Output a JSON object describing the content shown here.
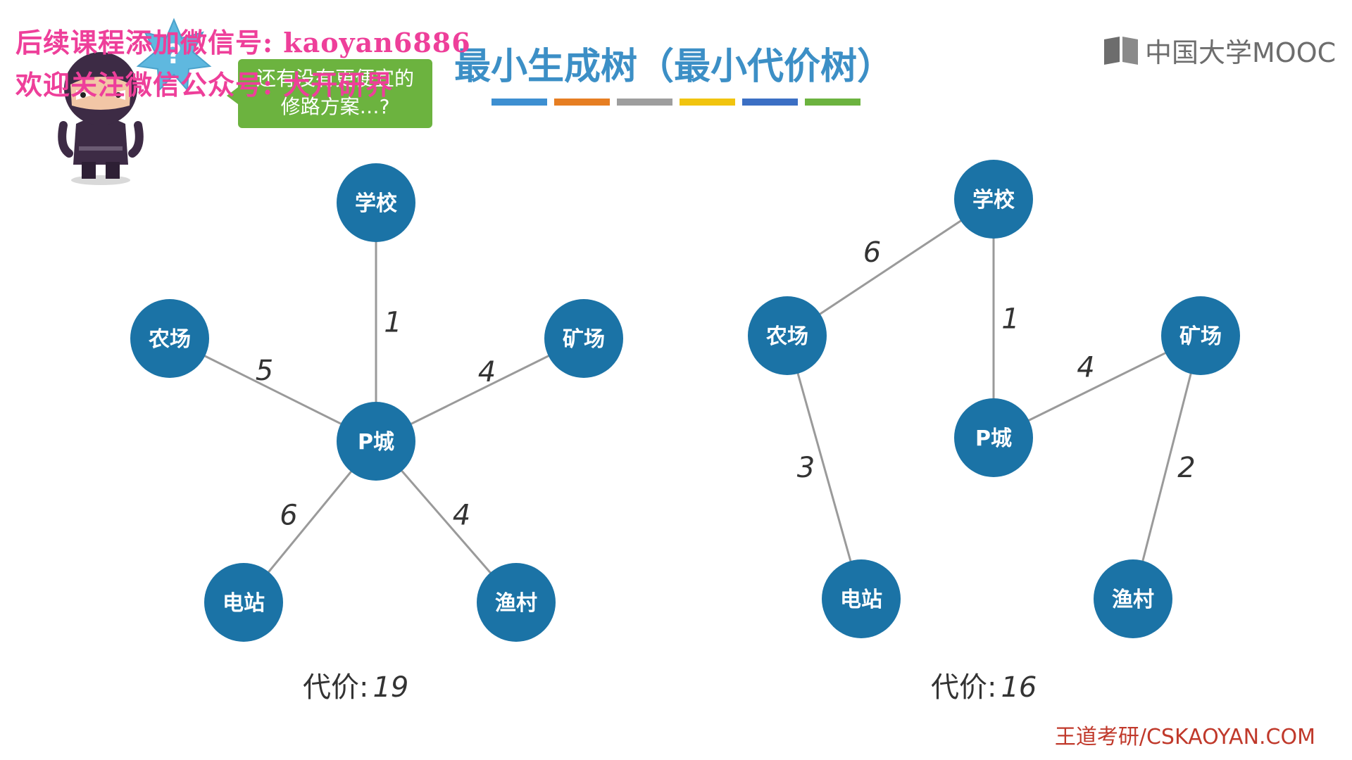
{
  "watermark": {
    "line1": "后续课程添加微信号: kaoyan6886",
    "line2": "欢迎关注微信公众号: 大开研界"
  },
  "title": "最小生成树（最小代价树）",
  "color_bars": [
    "#3d8fd1",
    "#e67e22",
    "#9e9e9e",
    "#f1c40f",
    "#3b6fc4",
    "#6cb33f"
  ],
  "logo_text": "中国大学MOOC",
  "bubble": {
    "line1": "还有没有更便宜的",
    "line2": "修路方案…?"
  },
  "mascot": {
    "badge_text": "?"
  },
  "graphs": [
    {
      "nodes": [
        {
          "id": "school",
          "label": "学校"
        },
        {
          "id": "farm",
          "label": "农场"
        },
        {
          "id": "mine",
          "label": "矿场"
        },
        {
          "id": "pcity",
          "label": "P城"
        },
        {
          "id": "power",
          "label": "电站"
        },
        {
          "id": "fish",
          "label": "渔村"
        }
      ],
      "edges": [
        {
          "from": "school",
          "to": "pcity",
          "weight": "1"
        },
        {
          "from": "farm",
          "to": "pcity",
          "weight": "5"
        },
        {
          "from": "mine",
          "to": "pcity",
          "weight": "4"
        },
        {
          "from": "pcity",
          "to": "power",
          "weight": "6"
        },
        {
          "from": "pcity",
          "to": "fish",
          "weight": "4"
        }
      ],
      "cost_label": "代价:",
      "cost_value": "19"
    },
    {
      "nodes": [
        {
          "id": "school",
          "label": "学校"
        },
        {
          "id": "farm",
          "label": "农场"
        },
        {
          "id": "mine",
          "label": "矿场"
        },
        {
          "id": "pcity",
          "label": "P城"
        },
        {
          "id": "power",
          "label": "电站"
        },
        {
          "id": "fish",
          "label": "渔村"
        }
      ],
      "edges": [
        {
          "from": "school",
          "to": "farm",
          "weight": "6"
        },
        {
          "from": "school",
          "to": "pcity",
          "weight": "1"
        },
        {
          "from": "pcity",
          "to": "mine",
          "weight": "4"
        },
        {
          "from": "farm",
          "to": "power",
          "weight": "3"
        },
        {
          "from": "mine",
          "to": "fish",
          "weight": "2"
        }
      ],
      "cost_label": "代价:",
      "cost_value": "16"
    }
  ],
  "colors": {
    "node": "#1b73a6",
    "edge": "#9a9a9a",
    "node_text": "#ffffff"
  },
  "footer": "王道考研/CSKAOYAN.COM"
}
